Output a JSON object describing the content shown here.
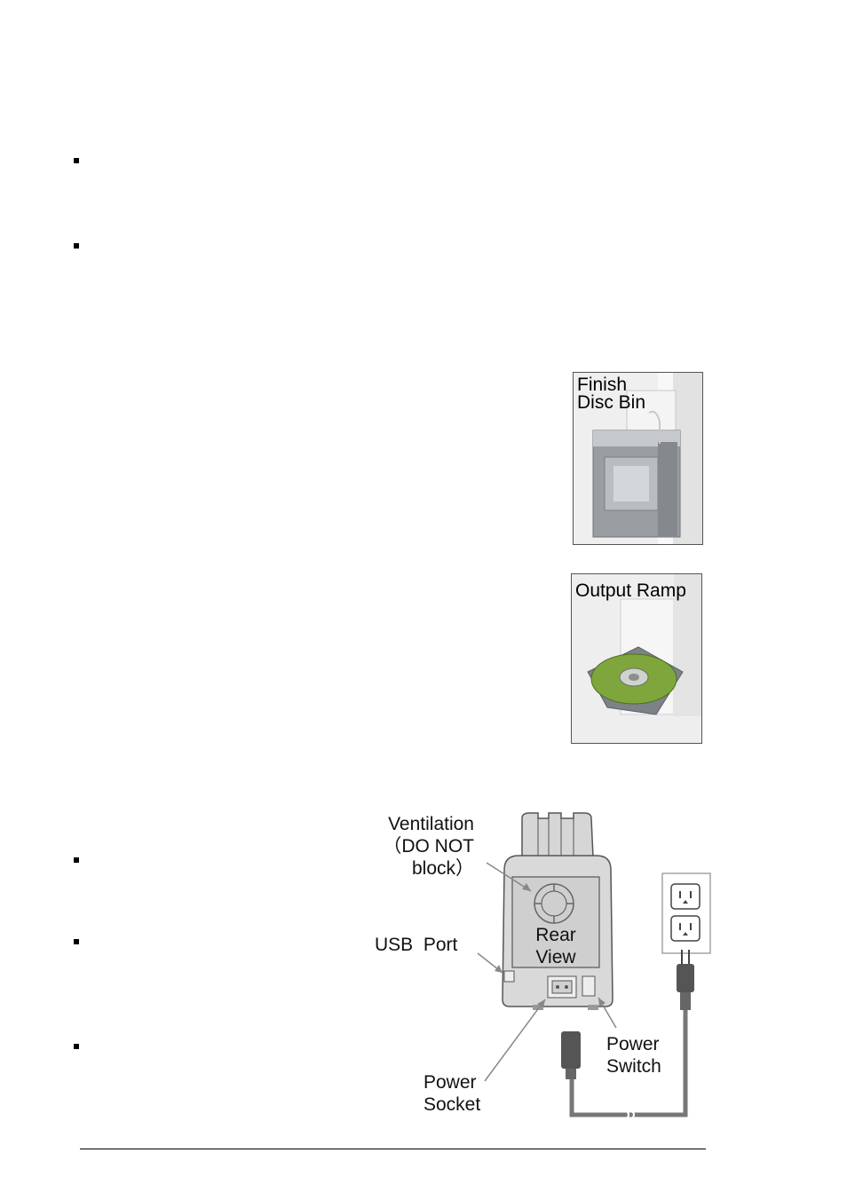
{
  "photos": {
    "finish_bin": {
      "label": "Finish\nDisc Bin"
    },
    "output_ramp": {
      "label": "Output Ramp"
    }
  },
  "diagram": {
    "ventilation_label": "Ventilation\n（DO NOT\nblock）",
    "usb_label": "USB  Port",
    "rear_view_label": "Rear\nView",
    "power_switch_label": "Power\nSwitch",
    "power_socket_label": "Power\nSocket"
  }
}
